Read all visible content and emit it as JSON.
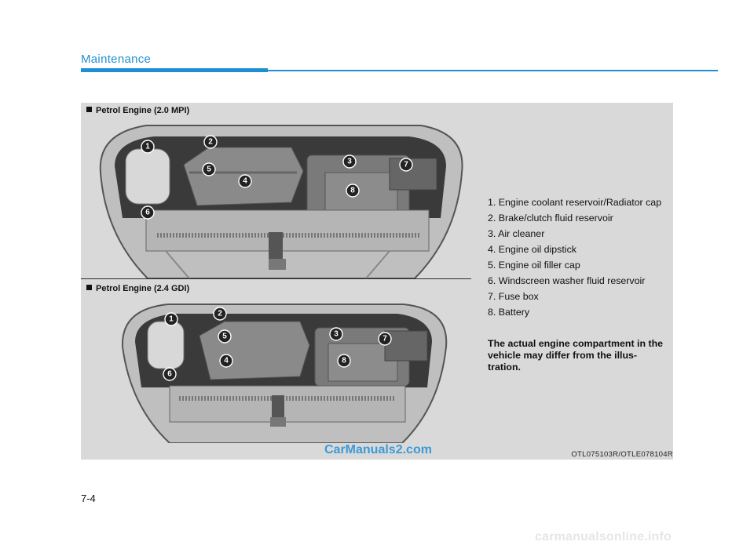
{
  "header": {
    "title": "Maintenance"
  },
  "sections": [
    {
      "label": "Petrol Engine (2.0 MPI)",
      "callouts": [
        "1",
        "2",
        "3",
        "4",
        "5",
        "6",
        "7",
        "8"
      ]
    },
    {
      "label": "Petrol Engine (2.4 GDI)",
      "callouts": [
        "1",
        "2",
        "3",
        "4",
        "5",
        "6",
        "7",
        "8"
      ]
    }
  ],
  "legend": [
    "1. Engine coolant reservoir/Radiator cap",
    "2. Brake/clutch fluid reservoir",
    "3. Air cleaner",
    "4. Engine oil dipstick",
    "5. Engine oil filler cap",
    "6. Windscreen washer fluid reservoir",
    "7. Fuse box",
    "8. Battery"
  ],
  "note": "The actual engine compartment in the vehicle may differ from the illus-tration.",
  "figure_code": "OTL075103R/OTLE078104R",
  "watermark": "CarManuals2.com",
  "page_number": "7-4",
  "footer_mark": "carmanualsonline.info",
  "colors": {
    "accent": "#1f8fd3",
    "panel": "#d9d9d9"
  }
}
